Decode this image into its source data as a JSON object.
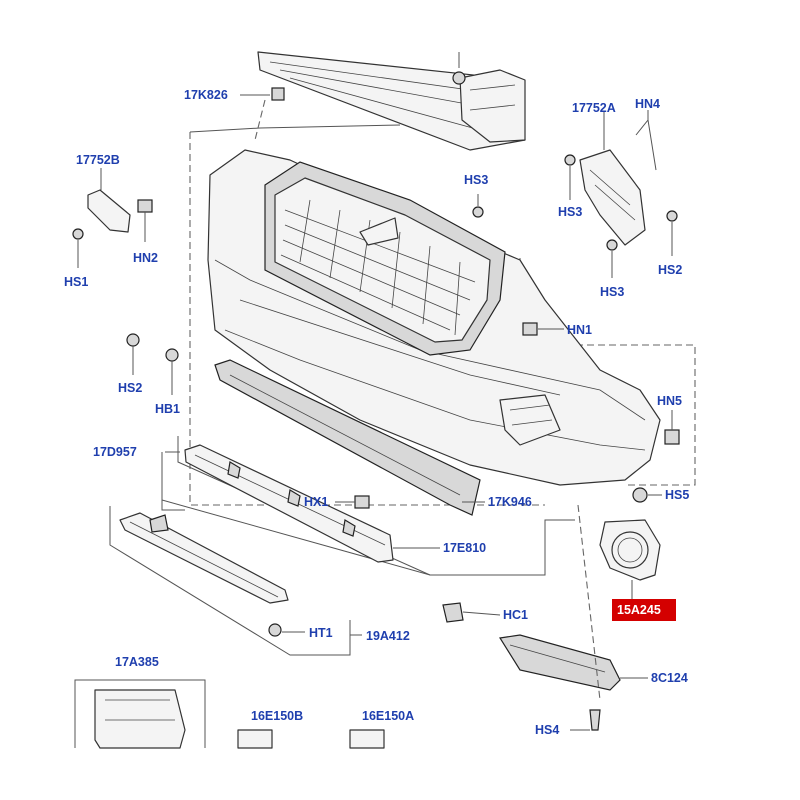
{
  "labels": {
    "p17K826": "17K826",
    "p17752A": "17752A",
    "pHN4": "HN4",
    "p17752B": "17752B",
    "pHS3_center": "HS3",
    "pHS3_right_a": "HS3",
    "pHS3_right_b": "HS3",
    "pHS2_right": "HS2",
    "pHN2": "HN2",
    "pHS1": "HS1",
    "pHN1": "HN1",
    "pHS2_left": "HS2",
    "pHB1": "HB1",
    "pHN5": "HN5",
    "p17D957": "17D957",
    "pHS5": "HS5",
    "p17K946": "17K946",
    "pHX1": "HX1",
    "p17E810": "17E810",
    "p15A245": "15A245",
    "pHC1": "HC1",
    "pHT1": "HT1",
    "p19A412": "19A412",
    "p17A385": "17A385",
    "p8C124": "8C124",
    "p16E150B": "16E150B",
    "p16E150A": "16E150A",
    "pHS4": "HS4"
  },
  "highlight_color": "#d40000",
  "label_color": "#1f3fae"
}
